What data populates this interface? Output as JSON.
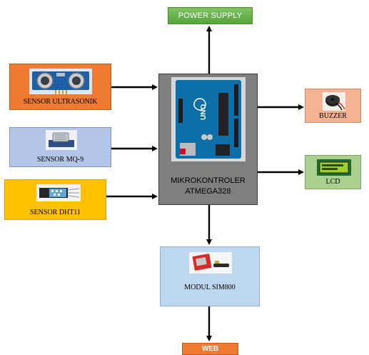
{
  "diagram": {
    "power_supply": "POWER SUPPLY",
    "sensor_ultrasonik": "SENSOR ULTRASONIK",
    "sensor_mq9": "SENSOR MQ-9",
    "sensor_dht11": "SENSOR DHT11",
    "mcu_line1": "MIKROKONTROLER",
    "mcu_line2": "ATMEGA328",
    "mcu_board_text": "UNO",
    "buzzer": "BUZZER",
    "lcd": "LCD",
    "modul_sim800": "MODUL SIM800",
    "web": "WEB"
  },
  "colors": {
    "power_supply": "#6ab04c",
    "ultrasonik": "#ef7a31",
    "mq9": "#b4c6e7",
    "dht11": "#ffc000",
    "mcu": "#7f7f7f",
    "buzzer": "#f6b394",
    "lcd": "#a9d08e",
    "sim800": "#bdd7ee",
    "web": "#ef7a31"
  },
  "connections": [
    {
      "from": "MIKROKONTROLER",
      "to": "POWER SUPPLY"
    },
    {
      "from": "SENSOR ULTRASONIK",
      "to": "MIKROKONTROLER"
    },
    {
      "from": "SENSOR MQ-9",
      "to": "MIKROKONTROLER"
    },
    {
      "from": "SENSOR DHT11",
      "to": "MIKROKONTROLER"
    },
    {
      "from": "MIKROKONTROLER",
      "to": "BUZZER"
    },
    {
      "from": "MIKROKONTROLER",
      "to": "LCD"
    },
    {
      "from": "MIKROKONTROLER",
      "to": "MODUL SIM800"
    },
    {
      "from": "MODUL SIM800",
      "to": "WEB"
    }
  ]
}
